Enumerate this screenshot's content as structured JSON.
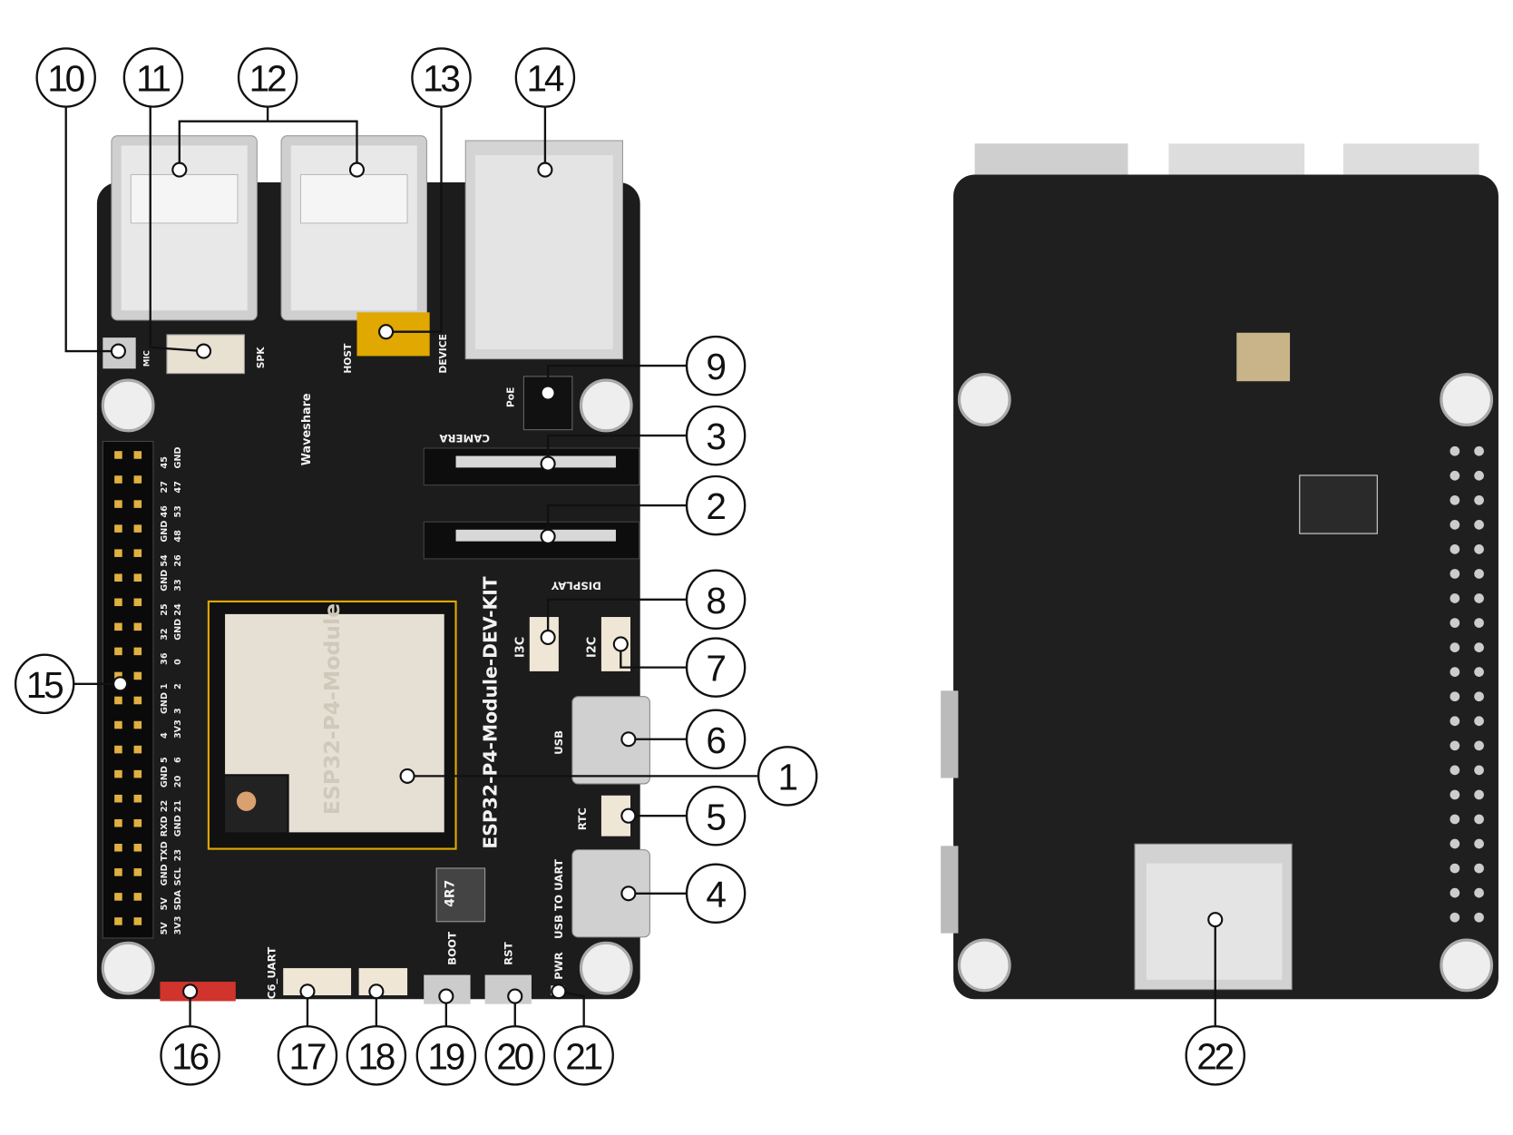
{
  "callouts": [
    "1",
    "2",
    "3",
    "4",
    "5",
    "6",
    "7",
    "8",
    "9",
    "10",
    "11",
    "12",
    "13",
    "14",
    "15",
    "16",
    "17",
    "18",
    "19",
    "20",
    "21",
    "22"
  ],
  "silkscreen": {
    "board_name": "ESP32-P4-Module-DEV-KIT",
    "module_name": "ESP32-P4-Module",
    "brand": "Waveshare",
    "camera": "CAMERA",
    "display": "DISPLAY",
    "i3c": "I3C",
    "i2c": "I2C",
    "usb": "USB",
    "rtc": "RTC",
    "usb_to_uart": "USB TO UART",
    "pwr": "PWR",
    "rst": "RST",
    "boot": "BOOT",
    "c6_uart": "C6_UART",
    "host": "HOST",
    "device": "DEVICE",
    "poe": "PoE",
    "spk": "SPK",
    "mic": "MIC",
    "inductor": "4R7"
  },
  "gpio_header_labels": [
    [
      "45",
      "GND"
    ],
    [
      "27",
      "47"
    ],
    [
      "46",
      "53"
    ],
    [
      "GND",
      "48"
    ],
    [
      "54",
      "26"
    ],
    [
      "GND",
      "33"
    ],
    [
      "25",
      "24"
    ],
    [
      "32",
      "GND"
    ],
    [
      "36",
      "0"
    ],
    [
      "1",
      "2"
    ],
    [
      "GND",
      "3"
    ],
    [
      "4",
      "3V3"
    ],
    [
      "5",
      "6"
    ],
    [
      "GND",
      "20"
    ],
    [
      "22",
      "21"
    ],
    [
      "RXD",
      "GND"
    ],
    [
      "TXD",
      "23"
    ],
    [
      "GND",
      "SCL"
    ],
    [
      "5V",
      "SDA"
    ],
    [
      "5V",
      "3V3"
    ]
  ],
  "colors": {
    "pcb": "#1c1c1c",
    "silver": "#d9d9d9",
    "gold": "#e0a800",
    "module": "#e6e0d4"
  }
}
